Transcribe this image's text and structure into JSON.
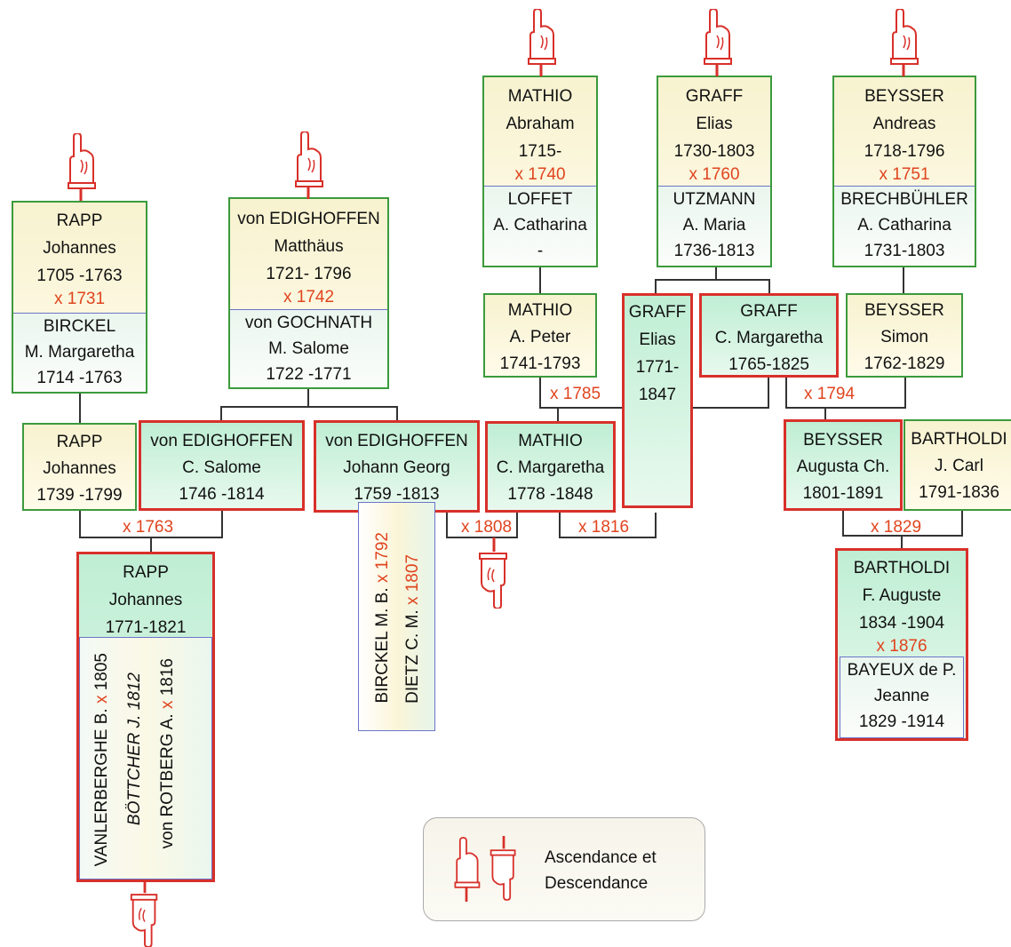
{
  "nodes": {
    "rapp1705": {
      "surname": "RAPP",
      "given": "Johannes",
      "dates": "1705 -1763",
      "marriage": "x 1731",
      "spouse": {
        "surname": "BIRCKEL",
        "given": "M. Margaretha",
        "dates": "1714 -1763"
      }
    },
    "edig1721": {
      "surname": "von EDIGHOFFEN",
      "given": "Matthäus",
      "dates": "1721- 1796",
      "marriage": "x 1742",
      "spouse": {
        "surname": "von GOCHNATH",
        "given": "M. Salome",
        "dates": "1722 -1771"
      }
    },
    "mathio1715": {
      "surname": "MATHIO",
      "given": "Abraham",
      "dates": "1715-",
      "marriage": "x 1740",
      "spouse": {
        "surname": "LOFFET",
        "given": "A. Catharina",
        "dates": "-"
      }
    },
    "graff1730": {
      "surname": "GRAFF",
      "given": "Elias",
      "dates": "1730-1803",
      "marriage": "x 1760",
      "spouse": {
        "surname": "UTZMANN",
        "given": "A. Maria",
        "dates": "1736-1813"
      }
    },
    "beysser1718": {
      "surname": "BEYSSER",
      "given": "Andreas",
      "dates": "1718-1796",
      "marriage": "x 1751",
      "spouse": {
        "surname": "BRECHBÜHLER",
        "given": "A. Catharina",
        "dates": "1731-1803"
      }
    },
    "mathio1741": {
      "surname": "MATHIO",
      "given": "A. Peter",
      "dates": "1741-1793"
    },
    "graff1771": {
      "surname": "GRAFF",
      "given": "Elias",
      "dates": "1771-",
      "dates2": "1847"
    },
    "graff1765": {
      "surname": "GRAFF",
      "given": "C. Margaretha",
      "dates": "1765-1825"
    },
    "beysser1762": {
      "surname": "BEYSSER",
      "given": "Simon",
      "dates": "1762-1829"
    },
    "rapp1739": {
      "surname": "RAPP",
      "given": "Johannes",
      "dates": "1739 -1799"
    },
    "edig1746": {
      "surname": "von EDIGHOFFEN",
      "given": "C. Salome",
      "dates": "1746 -1814"
    },
    "edig1759": {
      "surname": "von EDIGHOFFEN",
      "given": "Johann Georg",
      "dates": "1759 -1813"
    },
    "mathio1778": {
      "surname": "MATHIO",
      "given": "C. Margaretha",
      "dates": "1778 -1848"
    },
    "beysser1801": {
      "surname": "BEYSSER",
      "given": "Augusta Ch.",
      "dates": "1801-1891"
    },
    "bartholdi1791": {
      "surname": "BARTHOLDI",
      "given": "J. Carl",
      "dates": "1791-1836"
    },
    "rapp1771": {
      "surname": "RAPP",
      "given": "Johannes",
      "dates": "1771-1821"
    },
    "bartholdi1834": {
      "surname": "BARTHOLDI",
      "given": "F. Auguste",
      "dates": "1834 -1904",
      "marriage": "x 1876",
      "spouse": {
        "surname": "BAYEUX de P.",
        "given": "Jeanne",
        "dates": "1829 -1914"
      }
    }
  },
  "marriages": {
    "m1785": "x 1785",
    "m1794": "x 1794",
    "m1763": "x 1763",
    "m1808": "x 1808",
    "m1816": "x 1816",
    "m1829": "x 1829"
  },
  "spouse_lists": {
    "rapp": {
      "line1": {
        "name": "VANLERBERGHE B. ",
        "mark": "x",
        "year": " 1805"
      },
      "line2": {
        "name": "BÖTTCHER J.  1812"
      },
      "line3": {
        "name": "von ROTBERG A. ",
        "mark": "x",
        "year": " 1816"
      }
    },
    "edig": {
      "line1": {
        "name": "BIRCKEL M. B. ",
        "mark": "x 1792"
      },
      "line2": {
        "name": "DIETZ C. M. ",
        "mark": "x 1807"
      }
    }
  },
  "legend": {
    "line1": "Ascendance et",
    "line2": "Descendance"
  },
  "icons": {
    "up": "pointing-hand-up-icon",
    "down": "pointing-hand-down-icon"
  },
  "colors": {
    "ancestor_border": "#3c9a3c",
    "direct_border": "#d8302a",
    "spouse_border": "#6b74c8",
    "marriage_text": "#e0441e"
  }
}
